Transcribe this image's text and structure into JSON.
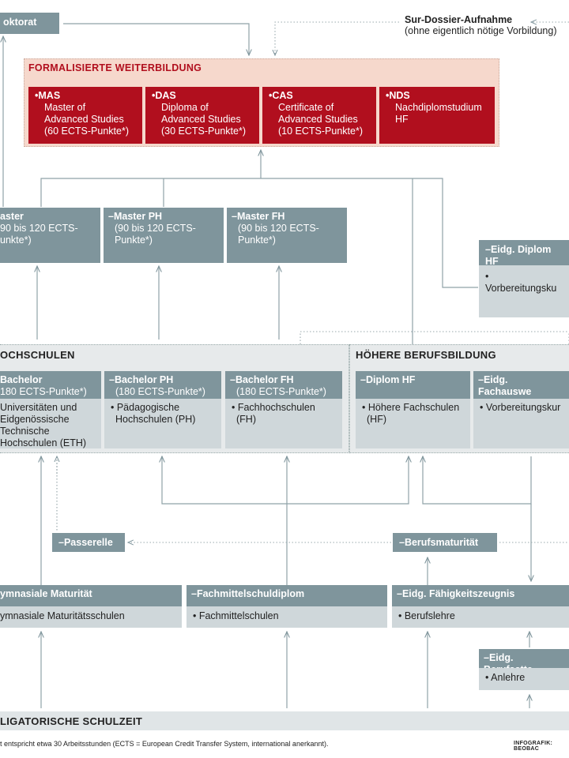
{
  "top": {
    "doktorat": "oktorat",
    "sur_dossier_title": "Sur-Dossier-Aufnahme",
    "sur_dossier_sub": "(ohne eigentlich nötige Vorbildung)"
  },
  "weiterbildung": {
    "title": "FORMALISIERTE WEITERBILDUNG",
    "items": [
      {
        "title": "•MAS",
        "lines": [
          "Master of",
          "Advanced Studies",
          "(60 ECTS-Punkte*)"
        ]
      },
      {
        "title": "•DAS",
        "lines": [
          "Diploma of",
          "Advanced Studies",
          "(30 ECTS-Punkte*)"
        ]
      },
      {
        "title": "•CAS",
        "lines": [
          "Certificate of",
          "Advanced Studies",
          "(10 ECTS-Punkte*)"
        ]
      },
      {
        "title": "•NDS",
        "lines": [
          "Nachdiplomstudium",
          "HF"
        ]
      }
    ]
  },
  "masters": [
    {
      "title": "aster",
      "sub": [
        "90 bis 120 ECTS-",
        "unkte*)"
      ]
    },
    {
      "title": "–Master PH",
      "sub": [
        "(90 bis 120 ECTS-",
        "Punkte*)"
      ]
    },
    {
      "title": "–Master FH",
      "sub": [
        "(90 bis 120 ECTS-",
        "Punkte*)"
      ]
    }
  ],
  "eidg_diplom": {
    "title": "–Eidg. Diplom HF",
    "item": "• Vorbereitungsku"
  },
  "hochschulen": {
    "title": "OCHSCHULEN",
    "items": [
      {
        "title": "Bachelor",
        "sub": "180 ECTS-Punkte*)",
        "body": [
          "Universitäten und",
          "Eidgenössische",
          "Technische",
          "Hochschulen (ETH)"
        ]
      },
      {
        "title": "–Bachelor PH",
        "sub": "(180 ECTS-Punkte*)",
        "body": [
          "• Pädagogische",
          "Hochschulen (PH)"
        ]
      },
      {
        "title": "–Bachelor FH",
        "sub": "(180 ECTS-Punkte*)",
        "body": [
          "• Fachhochschulen",
          "(FH)"
        ]
      }
    ]
  },
  "hoehere": {
    "title": "HÖHERE BERUFSBILDUNG",
    "items": [
      {
        "title": "–Diplom HF",
        "body": [
          "• Höhere Fachschulen",
          "(HF)"
        ]
      },
      {
        "title": "–Eidg. Fachauswe",
        "body": [
          "• Vorbereitungskur"
        ]
      }
    ]
  },
  "passerelle": "–Passerelle",
  "berufsmaturitaet": "–Berufsmaturität",
  "sek2": [
    {
      "title": "ymnasiale Maturität",
      "body": "ymnasiale Maturitätsschulen"
    },
    {
      "title": "–Fachmittelschuldiplom",
      "body": "• Fachmittelschulen"
    },
    {
      "title": "–Eidg. Fähigkeitszeugnis",
      "body": "• Berufslehre"
    }
  ],
  "berufsattest": {
    "title": "–Eidg. Berufsatte",
    "body": "• Anlehre"
  },
  "schulzeit": "LIGATORISCHE SCHULZEIT",
  "footnote": "t entspricht etwa 30 Arbeitsstunden (ECTS = European Credit Transfer System, international anerkannt).",
  "credit": "INFOGRAFIK: BEOBAC",
  "colors": {
    "red": "#b10f1e",
    "gray": "#7f959c",
    "light": "#cfd7da",
    "peach": "#f6d8cc"
  }
}
